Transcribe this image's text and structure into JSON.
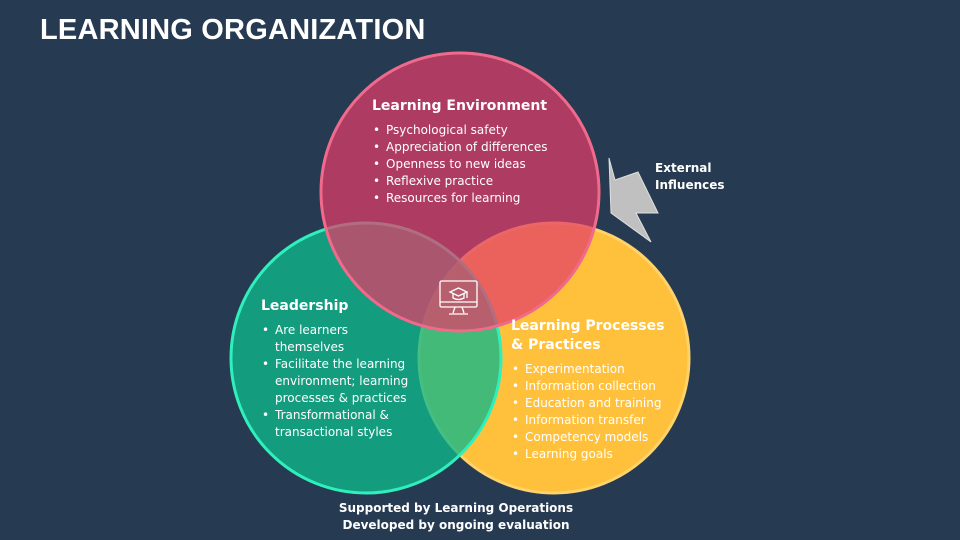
{
  "title": "LEARNING ORGANIZATION",
  "colors": {
    "background": "#263a52",
    "environment": "#e33c68",
    "leadership": "#10b88a",
    "processes": "#ffc13b"
  },
  "environment": {
    "heading": "Learning Environment",
    "items": [
      "Psychological safety",
      "Appreciation of differences",
      "Openness to new ideas",
      "Reflexive practice",
      "Resources for learning"
    ]
  },
  "leadership": {
    "heading": "Leadership",
    "items": [
      "Are learners themselves",
      "Facilitate the learning environment; learning processes & practices",
      "Transformational & transactional styles"
    ]
  },
  "processes": {
    "heading": "Learning Processes & Practices",
    "items": [
      "Experimentation",
      "Information collection",
      "Education and training",
      "Information transfer",
      "Competency models",
      "Learning goals"
    ]
  },
  "external": "External Influences",
  "center_icon": "computer-graduation-cap-icon",
  "footer": {
    "line1": "Supported by Learning Operations",
    "line2": "Developed by ongoing evaluation"
  }
}
